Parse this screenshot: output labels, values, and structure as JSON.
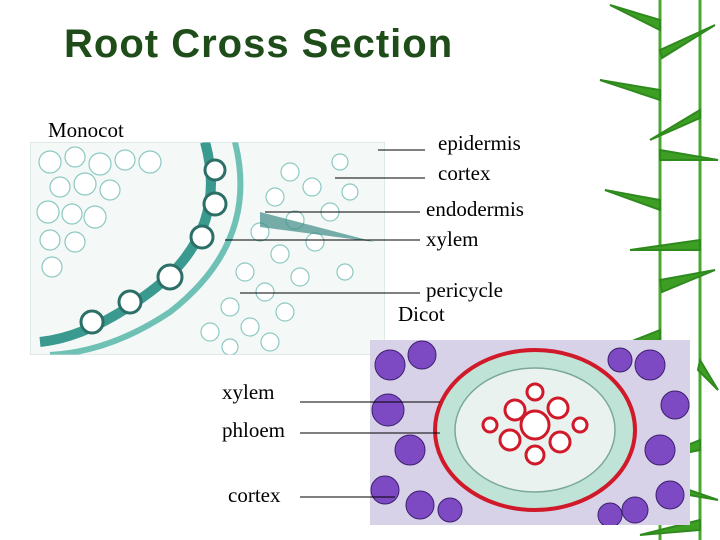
{
  "slide": {
    "title": "Root Cross Section"
  },
  "monocot": {
    "label": "Monocot",
    "labels": {
      "epidermis": "epidermis",
      "cortex": "cortex",
      "endodermis": "endodermis",
      "xylem": "xylem",
      "pericycle": "pericycle"
    }
  },
  "dicot": {
    "label": "Dicot",
    "labels": {
      "xylem": "xylem",
      "phloem": "phloem",
      "cortex": "cortex"
    }
  },
  "colors": {
    "title": "#1f4d1a",
    "bamboo": "#2f8a1e",
    "stain_teal": "#5fb3a8",
    "stain_red": "#d01a2a",
    "stain_purple": "#6a2fb0"
  }
}
